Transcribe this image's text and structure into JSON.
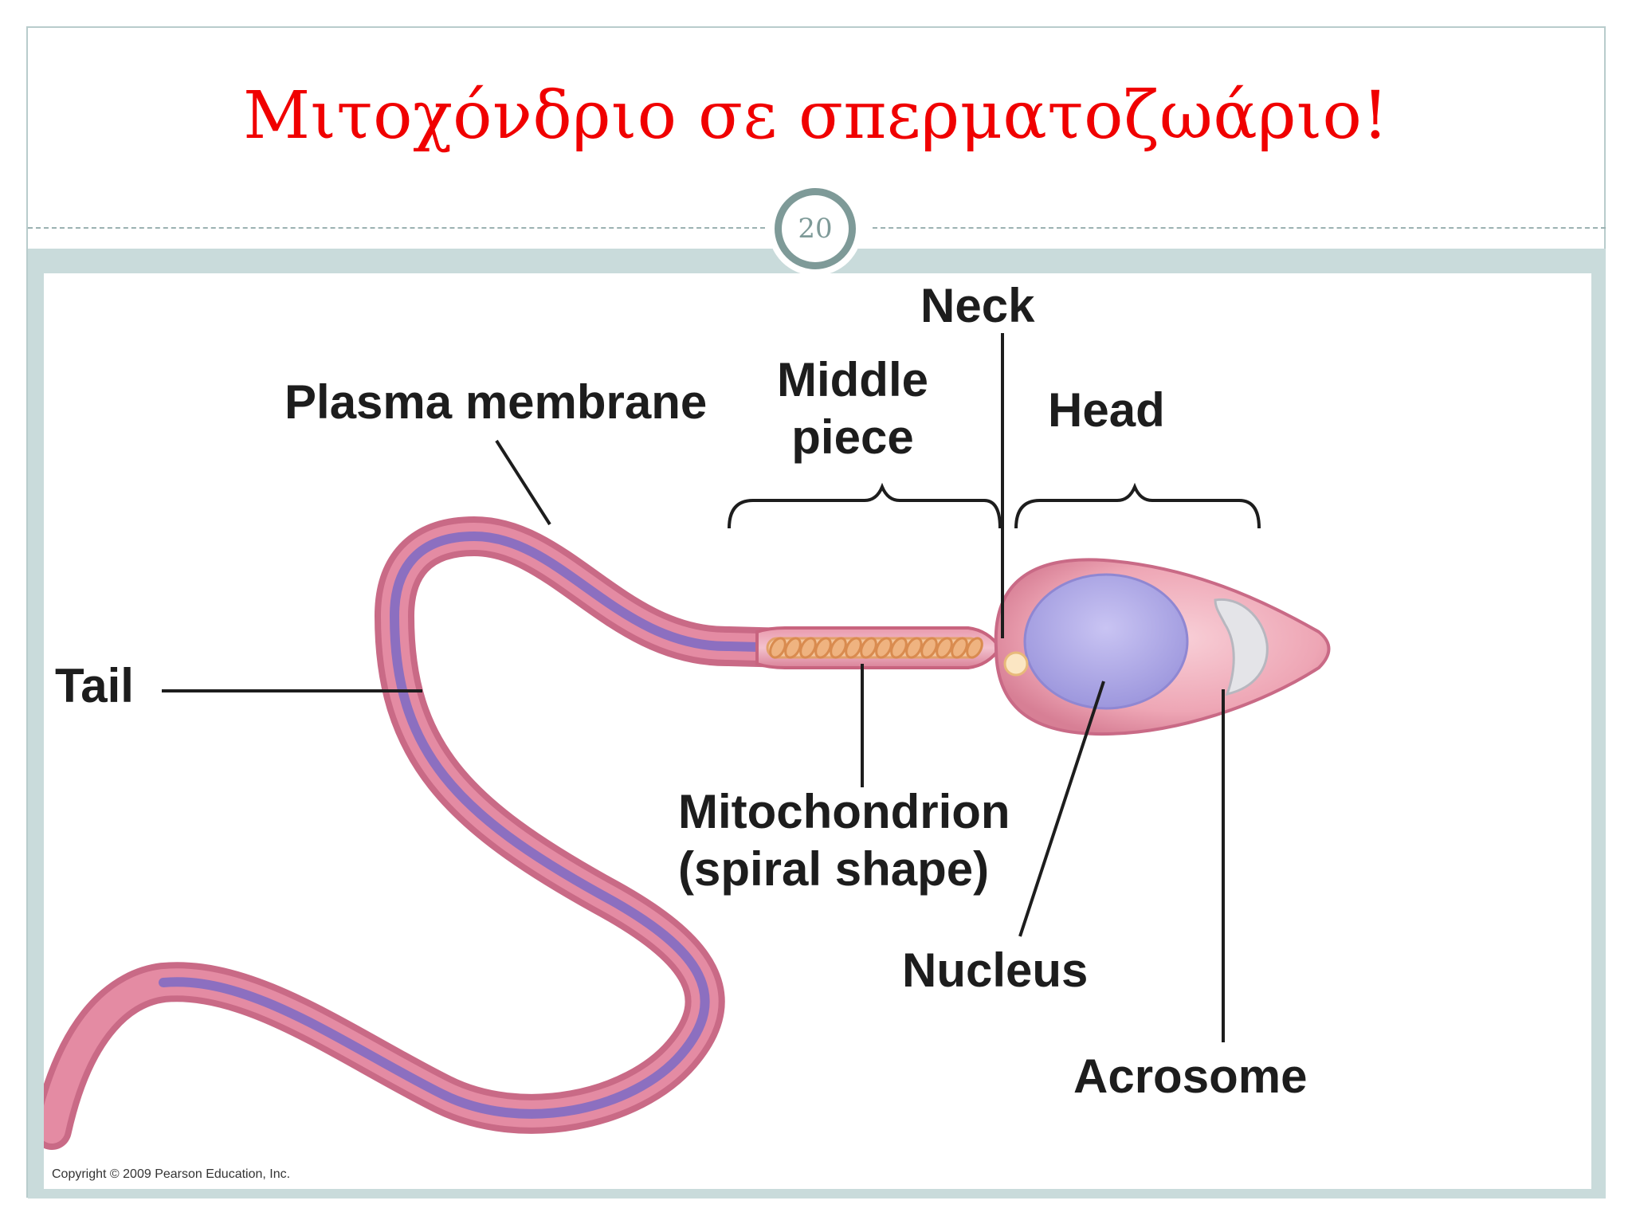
{
  "slide": {
    "title": "Μιτοχόνδριο σε σπερματοζωάριο!",
    "page_number": "20"
  },
  "diagram": {
    "labels": {
      "neck": "Neck",
      "middle_piece_line1": "Middle",
      "middle_piece_line2": "piece",
      "head": "Head",
      "plasma_membrane": "Plasma membrane",
      "tail": "Tail",
      "mitochondrion_line1": "Mitochondrion",
      "mitochondrion_line2": "(spiral shape)",
      "nucleus": "Nucleus",
      "acrosome": "Acrosome"
    },
    "copyright": "Copyright © 2009 Pearson Education, Inc.",
    "colors": {
      "membrane": "#c96a86",
      "tail_core": "#8c6fc0",
      "mitochondrion": "#efb380",
      "nucleus": "#b3aee8",
      "acrosome": "#e4e4e8",
      "head": "#f1b2bf"
    }
  }
}
